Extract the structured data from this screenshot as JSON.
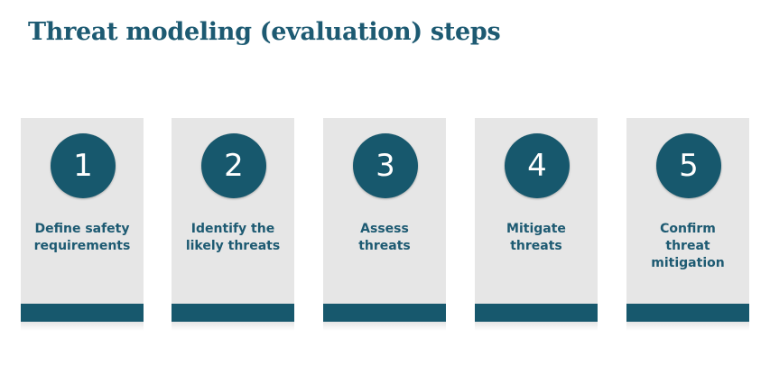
{
  "slide": {
    "title": "Threat modeling (evaluation) steps"
  },
  "colors": {
    "accent": "#17586d",
    "title": "#1d5a72",
    "label": "#1d5a72",
    "card_background": "#e6e6e6"
  },
  "steps": [
    {
      "number": "1",
      "label": "Define safety\nrequirements"
    },
    {
      "number": "2",
      "label": "Identify the\nlikely threats"
    },
    {
      "number": "3",
      "label": "Assess\nthreats"
    },
    {
      "number": "4",
      "label": "Mitigate\nthreats"
    },
    {
      "number": "5",
      "label": "Confirm\nthreat\nmitigation"
    }
  ]
}
